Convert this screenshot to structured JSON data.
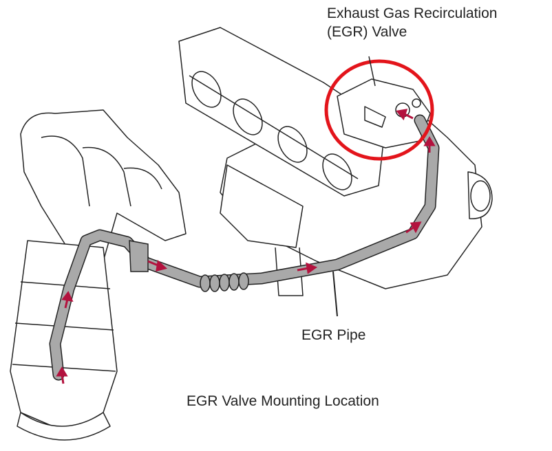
{
  "labels": {
    "valve_line1": "Exhaust Gas Recirculation",
    "valve_line2": "(EGR) Valve",
    "pipe": "EGR Pipe",
    "caption": "EGR Valve Mounting Location"
  },
  "colors": {
    "highlight_circle": "#e3141b",
    "flow_arrow": "#b3123e",
    "pipe_fill": "#a9a9a9",
    "line_art": "#222222"
  }
}
